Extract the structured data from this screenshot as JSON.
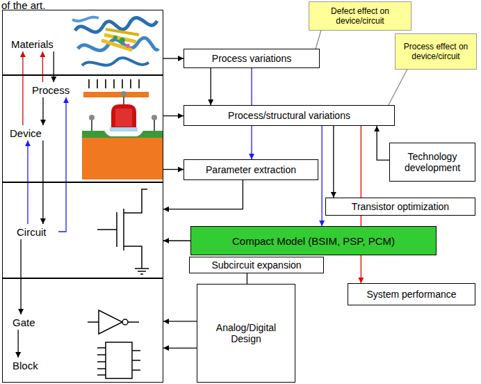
{
  "diagram": {
    "nodes": [
      {
        "text": []
      },
      {
        "text": [
          "Materials"
        ],
        "in": 0
      },
      {
        "text": []
      },
      {
        "text": [
          "Process"
        ],
        "in": 2
      },
      {
        "text": [
          "Device"
        ],
        "in": 2
      },
      {
        "text": []
      },
      {
        "text": [
          "Circuit"
        ],
        "in": 5
      },
      {
        "text": []
      },
      {
        "text": [
          "Gate"
        ],
        "in": 7
      },
      {
        "text": [
          "Block"
        ],
        "in": 7
      },
      {
        "text": [
          "Process variations"
        ]
      },
      {
        "text": [
          "Process/structural variations"
        ]
      },
      {
        "text": [
          "Parameter extraction"
        ]
      },
      {
        "text": [
          "Technology development"
        ]
      },
      {
        "text": [
          "Transistor optimization"
        ]
      },
      {
        "text": [
          "Compact Model (BSIM, PSP, PCM)"
        ]
      },
      {
        "text": [
          "Subcircuit expansion"
        ]
      },
      {
        "text": [
          "System performance"
        ]
      },
      {
        "text": [
          "Analog/Digital Design"
        ]
      },
      {
        "text": [
          "Defect effect on device/circuit"
        ]
      },
      {
        "text": [
          "Process effect on device/circuit"
        ]
      }
    ],
    "edges": [
      {
        "from": 0,
        "to": 10,
        "arrow": "to"
      },
      {
        "from": 1,
        "to": 3,
        "arrow": "to"
      },
      {
        "from": 3,
        "to": 4,
        "arrow": "to"
      },
      {
        "from": 4,
        "to": 1,
        "arrow": "to"
      },
      {
        "from": 3,
        "to": 1,
        "arrow": "to"
      },
      {
        "from": 6,
        "to": 4,
        "arrow": "to"
      },
      {
        "from": 6,
        "to": 3,
        "arrow": "to"
      },
      {
        "from": 4,
        "to": 6,
        "arrow": "to"
      },
      {
        "from": 6,
        "to": 8,
        "arrow": "to"
      },
      {
        "from": 8,
        "to": 9,
        "arrow": "to"
      },
      {
        "from": 2,
        "to": 11,
        "arrow": "to"
      },
      {
        "from": 2,
        "to": 12,
        "arrow": "to"
      },
      {
        "from": 10,
        "to": 11,
        "arrow": "to"
      },
      {
        "from": 10,
        "to": 12,
        "arrow": "to"
      },
      {
        "from": 12,
        "to": 5,
        "arrow": "to"
      },
      {
        "from": 11,
        "to": 15,
        "arrow": "to"
      },
      {
        "from": 11,
        "to": 14,
        "arrow": "to"
      },
      {
        "from": 11,
        "to": 17,
        "arrow": "to"
      },
      {
        "from": 13,
        "to": 11,
        "arrow": "to"
      },
      {
        "from": 15,
        "to": 5,
        "arrow": "to"
      },
      {
        "from": 16,
        "to": 18,
        "arrow": "none"
      },
      {
        "from": 18,
        "to": 7,
        "arrow": "to"
      },
      {
        "from": 18,
        "to": 7,
        "arrow": "to"
      },
      {
        "from": 19,
        "to": 10,
        "arrow": "none"
      },
      {
        "from": 20,
        "to": 11,
        "arrow": "none"
      }
    ],
    "labels": [
      "of the art."
    ]
  }
}
